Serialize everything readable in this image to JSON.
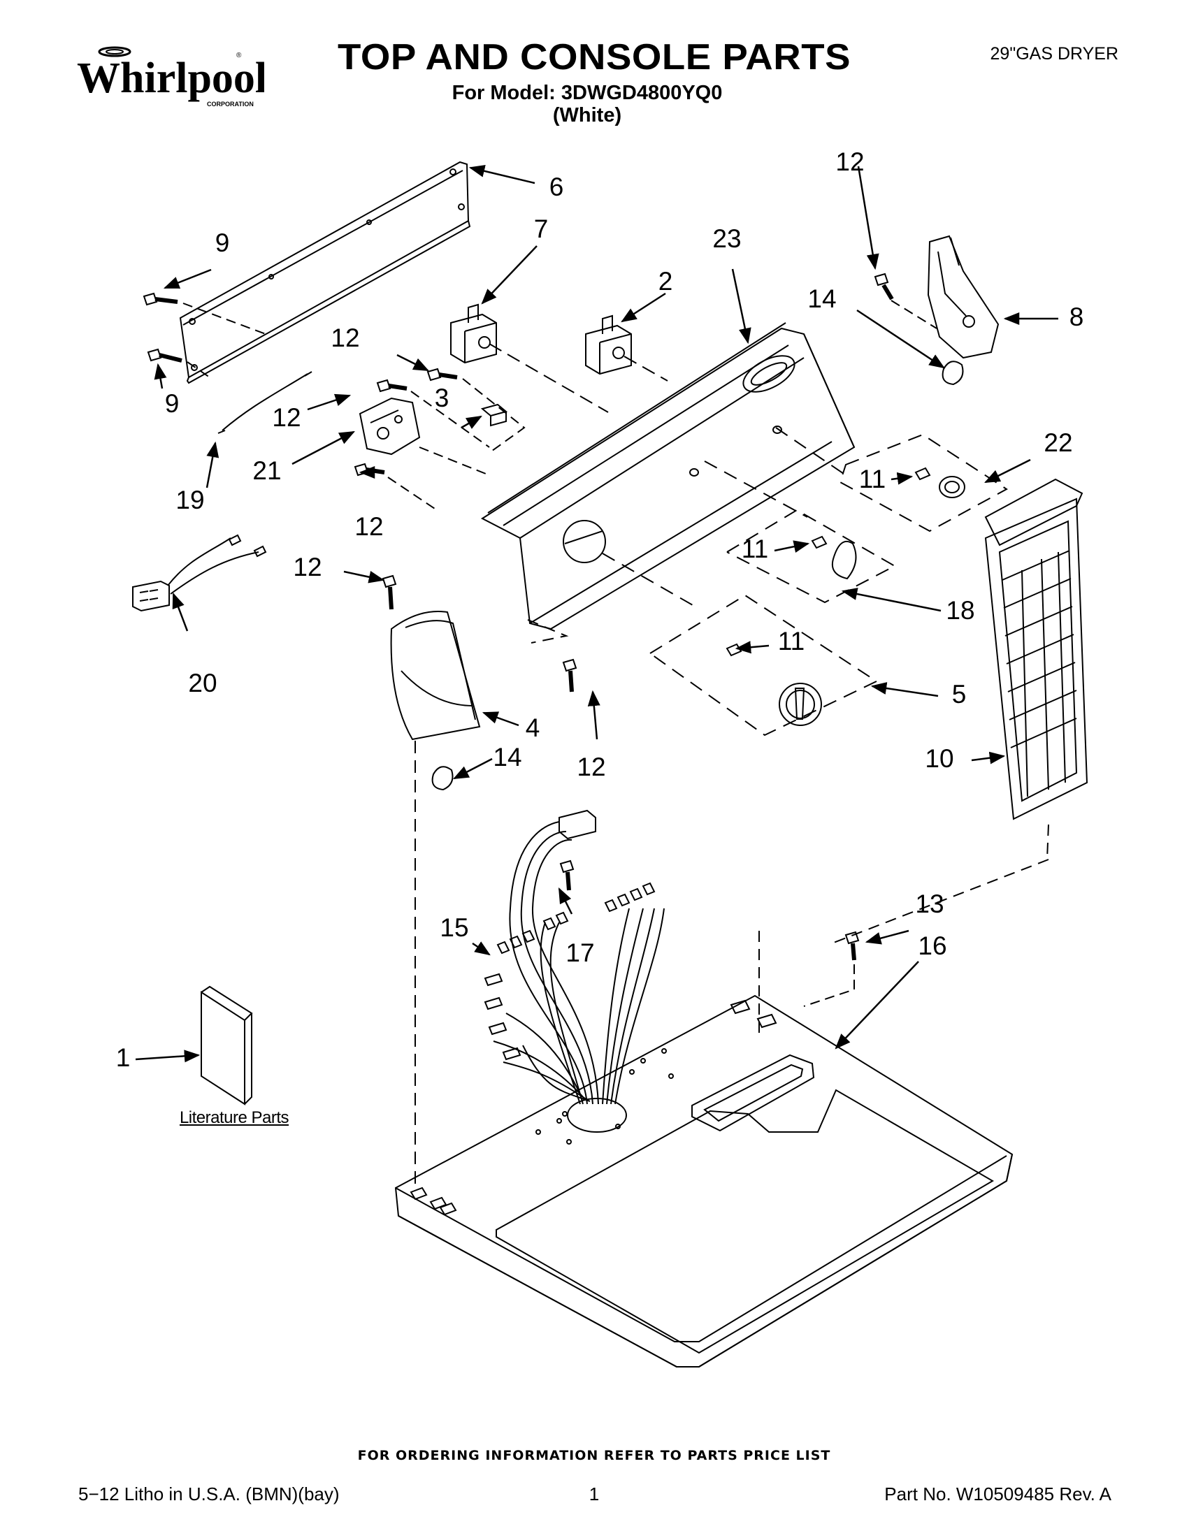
{
  "header": {
    "brand": "Whirlpool",
    "brand_sub": "CORPORATION",
    "title": "TOP AND CONSOLE PARTS",
    "model_line": "For Model: 3DWGD4800YQ0",
    "color_line": "(White)",
    "product_type": "29\"GAS DRYER"
  },
  "callouts": {
    "c1": "1",
    "c2": "2",
    "c3": "3",
    "c4": "4",
    "c5": "5",
    "c6": "6",
    "c7": "7",
    "c8": "8",
    "c9a": "9",
    "c9b": "9",
    "c10": "10",
    "c11a": "11",
    "c11b": "11",
    "c11c": "11",
    "c12a": "12",
    "c12b": "12",
    "c12c": "12",
    "c12d": "12",
    "c12e": "12",
    "c12f": "12",
    "c13": "13",
    "c14a": "14",
    "c14b": "14",
    "c15": "15",
    "c16": "16",
    "c17": "17",
    "c18": "18",
    "c19": "19",
    "c20": "20",
    "c21": "21",
    "c22": "22",
    "c23": "23"
  },
  "literature_label": "Literature Parts",
  "footer": {
    "ordering_note": "FOR ORDERING INFORMATION REFER TO PARTS PRICE LIST",
    "litho": "5−12 Litho in U.S.A. (BMN)(bay)",
    "page_number": "1",
    "part_number": "Part No. W10509485 Rev. A"
  }
}
